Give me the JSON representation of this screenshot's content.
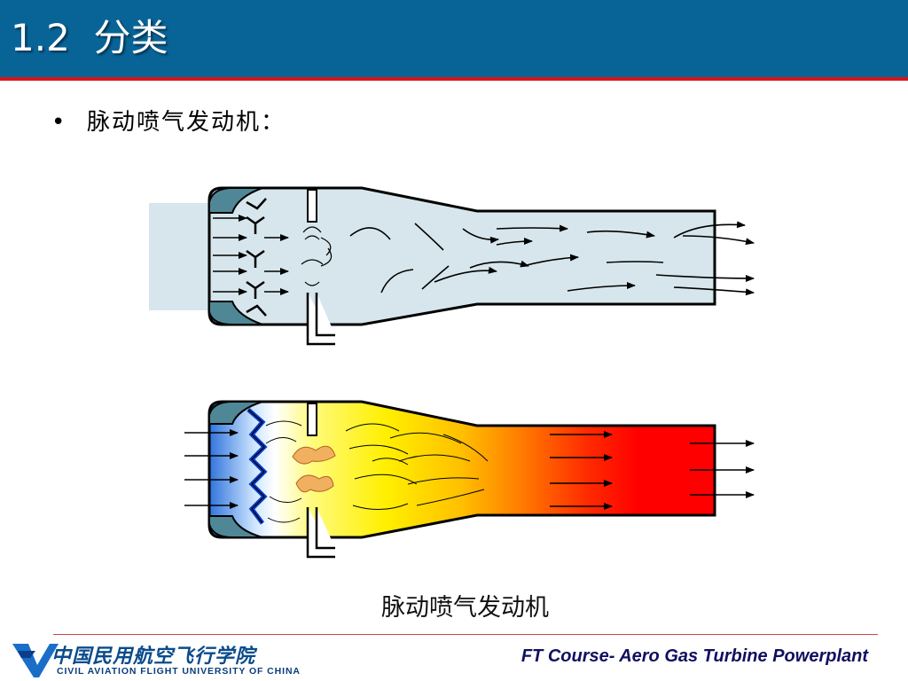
{
  "header": {
    "title": "1.2  分类",
    "bg_color": "#086496",
    "rule_color": "#d8141b"
  },
  "body": {
    "bullet": "•",
    "bullet_text": "脉动喷气发动机："
  },
  "diagram": {
    "top_fill": "#d6e6ec",
    "bottom_gradient": [
      "#3b7fe0",
      "#ffffff",
      "#fff21a",
      "#ffd200",
      "#ff9a00",
      "#ff3300",
      "#ff0000"
    ],
    "valve_color": "#4f8796",
    "caption": "脉动喷气发动机"
  },
  "footer": {
    "logo_cn": "中国民用航空飞行学院",
    "logo_en": "CIVIL AVIATION FLIGHT UNIVERSITY OF CHINA",
    "course": "FT Course- Aero Gas Turbine Powerplant"
  }
}
